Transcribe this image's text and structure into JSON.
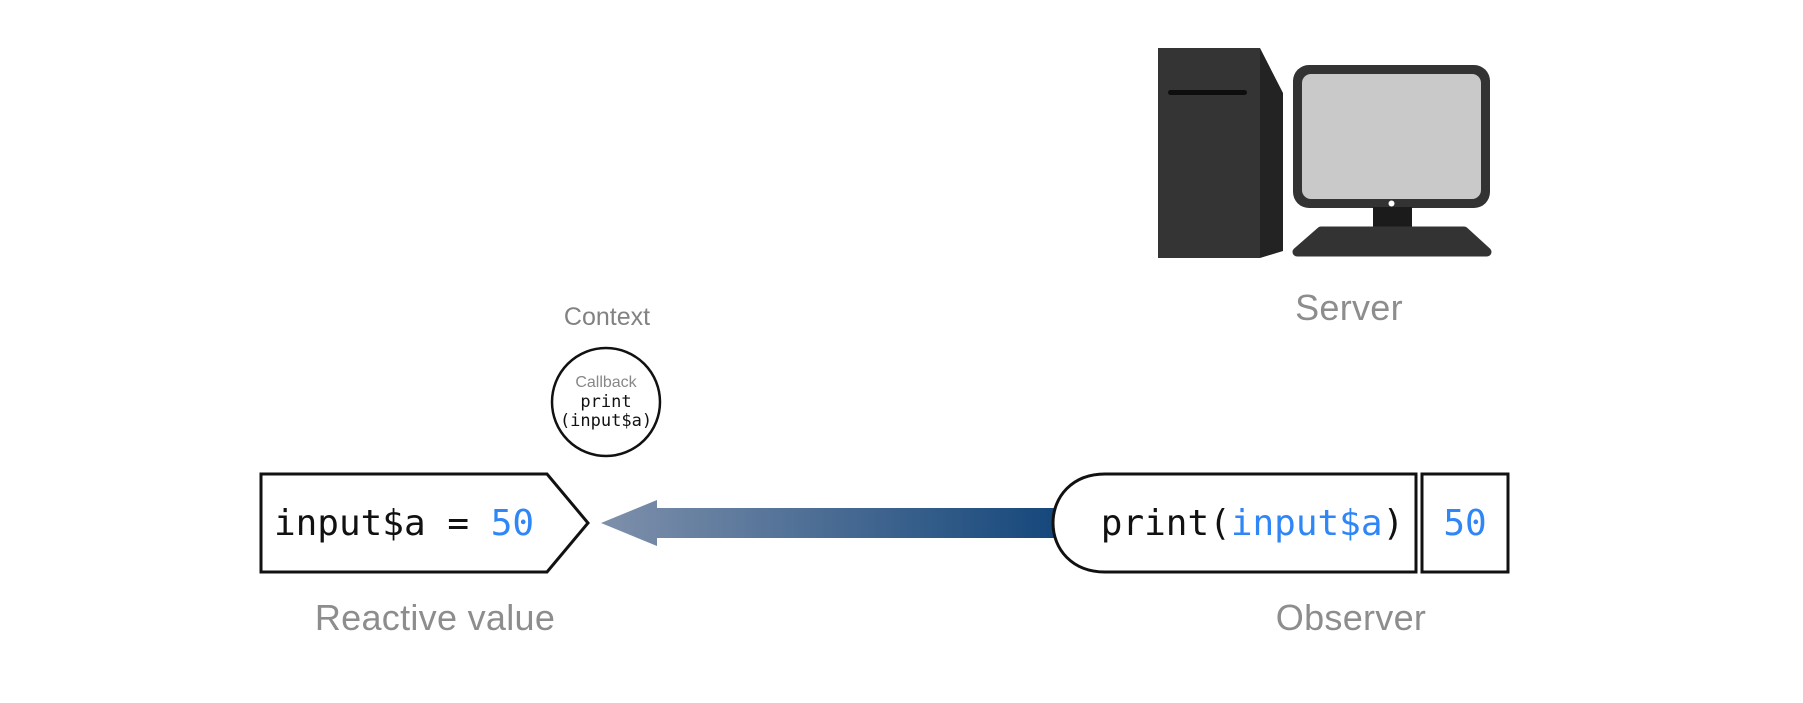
{
  "background": "#ffffff",
  "colors": {
    "code_blue": "#2e86f7",
    "label_gray": "#8d8d8d",
    "bubble_label_gray": "#878787",
    "outline_black": "#111111",
    "arrow_gradient_start": "#7e90ab",
    "arrow_gradient_end": "#16487c",
    "computer_body": "#343434",
    "computer_side": "#232323",
    "monitor_screen": "#c9c9c9"
  },
  "server": {
    "label": "Server",
    "icon": "desktop-computer-icon"
  },
  "context": {
    "label": "Context",
    "callback_label": "Callback",
    "code_line1": "print",
    "code_line2": "(input$a)"
  },
  "reactive_value": {
    "label": "Reactive value",
    "code": "input$a = ",
    "value": "50"
  },
  "observer": {
    "label": "Observer",
    "code_before": "print(",
    "code_arg": "input$a",
    "code_after": ")",
    "value": "50"
  },
  "arrow": {
    "direction": "left"
  }
}
